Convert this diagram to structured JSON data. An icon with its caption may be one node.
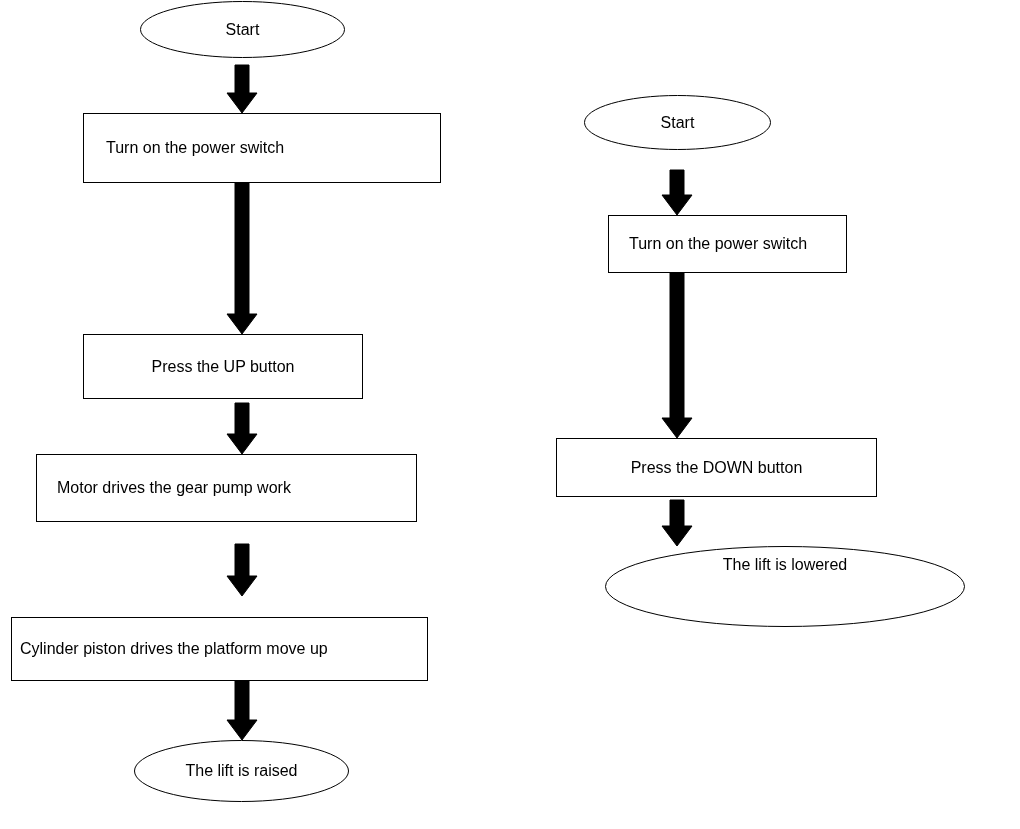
{
  "diagram": {
    "nodes": [
      {
        "text": [
          "Start"
        ]
      },
      {
        "text": [
          "Turn on the power switch"
        ]
      },
      {
        "text": [
          "Press the UP button"
        ]
      },
      {
        "text": [
          "Motor drives the gear pump work"
        ]
      },
      {
        "text": [
          "Cylinder piston drives the platform move up"
        ]
      },
      {
        "text": [
          "The lift is raised"
        ]
      },
      {
        "text": [
          "Start"
        ]
      },
      {
        "text": [
          "Turn on the power switch"
        ]
      },
      {
        "text": [
          "Press the DOWN button"
        ]
      },
      {
        "text": [
          "The lift is lowered"
        ]
      }
    ],
    "edges": [
      {
        "from": 0,
        "to": 1,
        "arrow": "to"
      },
      {
        "from": 1,
        "to": 2,
        "arrow": "to"
      },
      {
        "from": 2,
        "to": 3,
        "arrow": "to"
      },
      {
        "from": 3,
        "to": 4,
        "arrow": "to"
      },
      {
        "from": 4,
        "to": 5,
        "arrow": "to"
      },
      {
        "from": 6,
        "to": 7,
        "arrow": "to"
      },
      {
        "from": 7,
        "to": 8,
        "arrow": "to"
      },
      {
        "from": 8,
        "to": 9,
        "arrow": "to"
      }
    ]
  }
}
